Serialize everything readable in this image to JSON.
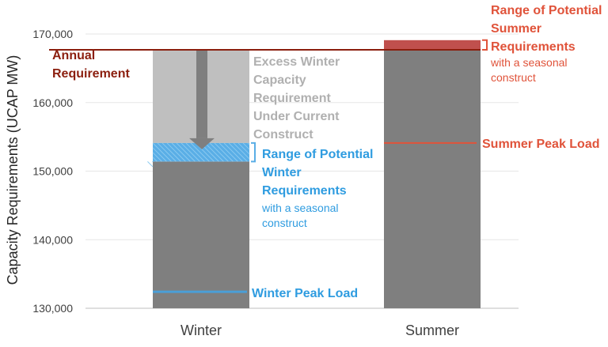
{
  "chart_data": {
    "type": "bar",
    "ylabel": "Capacity Requirements (UCAP MW)",
    "ylim": [
      130000,
      170000
    ],
    "yticks": [
      130000,
      140000,
      150000,
      160000,
      170000
    ],
    "ytick_labels": [
      "130,000",
      "140,000",
      "150,000",
      "160,000",
      "170,000"
    ],
    "grid": true,
    "categories": [
      "Winter",
      "Summer"
    ],
    "annual_requirement": 167700,
    "bars": [
      {
        "category": "Winter",
        "base_top": 151400,
        "range_low": 151400,
        "range_high": 154100,
        "excess_top": 167700,
        "peak_load": 132400
      },
      {
        "category": "Summer",
        "base_top": 167700,
        "range_low": 167700,
        "range_high": 169100,
        "peak_load": 154100
      }
    ],
    "colors": {
      "base": "#7f7f7f",
      "excess": "#bfbfbf",
      "winter_range": "#5aaee6",
      "summer_range": "#c0504d",
      "annual_line": "#8b1e0e",
      "winter_peak": "#4a9fd8",
      "summer_peak": "#e0533a",
      "arrow": "#7f7f7f"
    },
    "annotations": {
      "annual": [
        "Annual",
        "Requirement"
      ],
      "excess": [
        "Excess Winter",
        "Capacity",
        "Requirement",
        "Under Current",
        "Construct"
      ],
      "winter_range": [
        "Range of Potential",
        "Winter",
        "Requirements"
      ],
      "winter_range_sub": [
        "with a seasonal",
        "construct"
      ],
      "winter_peak": "Winter Peak Load",
      "summer_range": [
        "Range of Potential",
        "Summer",
        "Requirements"
      ],
      "summer_range_sub": [
        "with a seasonal",
        "construct"
      ],
      "summer_peak": "Summer Peak Load"
    }
  }
}
